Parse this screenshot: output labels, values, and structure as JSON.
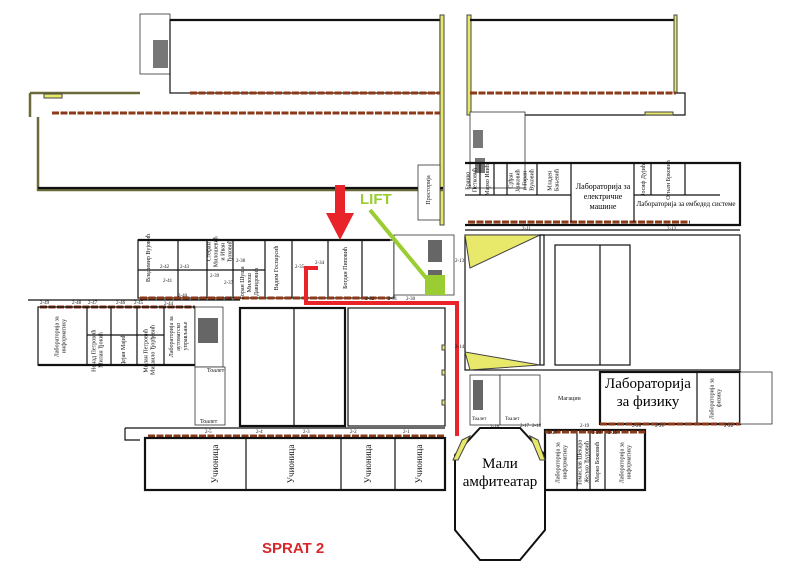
{
  "floor_label": "SPRAT 2",
  "lift_label": "LIFT",
  "colors": {
    "route": "#e8242a",
    "lift": "#9acd32",
    "wall_accent": "#e8e86a",
    "corridor_brick": "#8b3a1a"
  },
  "rooms": {
    "top_row": [
      "Владимир Вујовић",
      "Стефан Милошевић и Иван Ђоковић",
      "Горан Шуша Милош Давидовић",
      "Вадим Госпарсић",
      "Богдан Пиповић"
    ],
    "left_wing": [
      "Лабораторија за информатику",
      "Ненад Петровић Милан Ђокић",
      "Дејан Мајић",
      "Милан Петровић Михаило Ђорђевић",
      "Лабораторија за аутоматско управљање"
    ],
    "toilets": [
      "Тоалет",
      "Тоалет",
      "Тоалет",
      "Тоалет"
    ],
    "classrooms": [
      "Учионица",
      "Учионица",
      "Учионица",
      "Учионица"
    ],
    "right_upper": [
      "Бранко Петковић",
      "Марко Ивић",
      "Срђан Јанковић и Горан Вуковић",
      "Младен Бањевић",
      "Лабораторија за електричне машине",
      "Јосиф Дујић",
      "Огњен Брковић",
      "Лабораторија за ембедед системе",
      "Просторија"
    ],
    "right_lower": [
      "Магацин",
      "Лабораторија за физику",
      "Лабораторија за физику",
      "Лабораторија за информатику",
      "Томислав Шекара Жељко Ђуровић",
      "Марко Божовић",
      "Лабораторија за информатику"
    ],
    "amphitheater": "Мали амфитеатар"
  },
  "door_numbers": [
    "2-42",
    "2-43",
    "2-41",
    "2-40",
    "2-39",
    "2-38",
    "2-37",
    "2-36",
    "2-35",
    "2-34",
    "2-32",
    "2-31",
    "2-30",
    "2-49",
    "2-48",
    "2-47",
    "2-46",
    "2-45",
    "2-44",
    "2-5",
    "2-4",
    "2-3",
    "2-2",
    "2-1",
    "2-11",
    "2-12",
    "2-13",
    "2-14",
    "2-16",
    "2-17",
    "2-18",
    "2-19",
    "2-20",
    "2-21",
    "2-22",
    "2-25",
    "2-26",
    "2-27"
  ]
}
